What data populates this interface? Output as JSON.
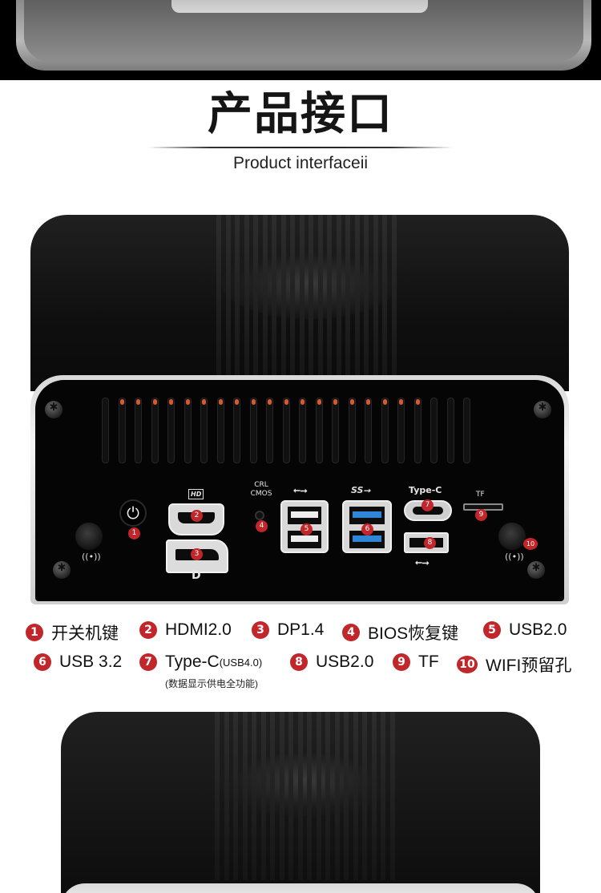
{
  "heading": {
    "title": "产品接口",
    "subtitle": "Product interfaceii"
  },
  "device_labels": {
    "hd_logo": "HD",
    "cmos_top": "CRL",
    "cmos_bottom": "CMOS",
    "usb2_symbol": "⭠⭢",
    "usb3_symbol": "SS⭢",
    "typec": "Type-C",
    "tf": "TF",
    "dp_logo": "D",
    "power_symbol": "⏻"
  },
  "badges": [
    "1",
    "2",
    "3",
    "4",
    "5",
    "6",
    "7",
    "8",
    "9",
    "10"
  ],
  "legend": [
    {
      "num": "1",
      "label": "开关机键"
    },
    {
      "num": "2",
      "label": "HDMI2.0"
    },
    {
      "num": "3",
      "label": "DP1.4"
    },
    {
      "num": "4",
      "label": "BIOS恢复键"
    },
    {
      "num": "5",
      "label": "USB2.0"
    },
    {
      "num": "6",
      "label": "USB 3.2"
    },
    {
      "num": "7",
      "label": "Type-C",
      "suffix": "(USB4.0)"
    },
    {
      "num": "8",
      "label": "USB2.0"
    },
    {
      "num": "9",
      "label": "TF"
    },
    {
      "num": "10",
      "label": "WIFI预留孔"
    }
  ],
  "legend_note": "(数据显示供电全功能)",
  "colors": {
    "badge": "#c0262a",
    "vent_led": "#d65a2d",
    "usb3_blue": "#2f86d6"
  }
}
